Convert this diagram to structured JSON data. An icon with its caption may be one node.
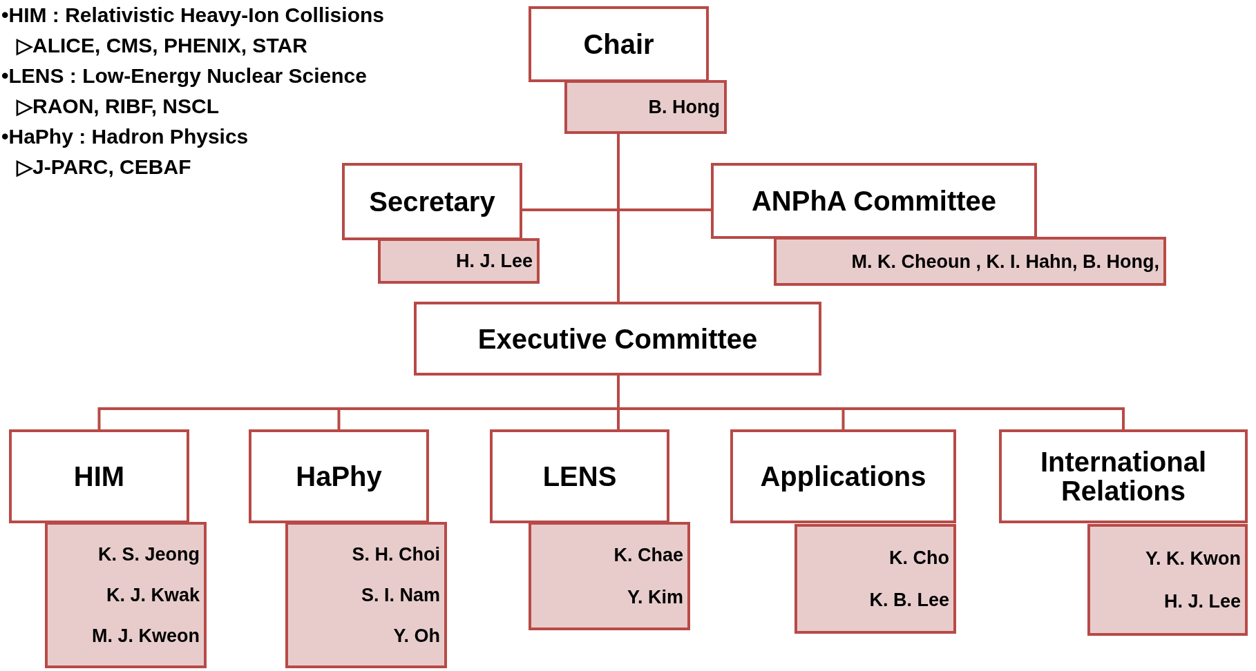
{
  "diagram": {
    "nodes": [
      {
        "text": [
          "Chair"
        ]
      },
      {
        "text": [
          "B. Hong"
        ]
      },
      {
        "text": [
          "Secretary"
        ]
      },
      {
        "text": [
          "H. J. Lee"
        ]
      },
      {
        "text": [
          "ANPhA Committee"
        ]
      },
      {
        "text": [
          "M. K. Cheoun , K. I. Hahn, B. Hong,"
        ]
      },
      {
        "text": [
          "Executive Committee"
        ]
      },
      {
        "text": [
          "HIM"
        ]
      },
      {
        "text": [
          "K. S. Jeong",
          "K. J. Kwak",
          "M. J. Kweon"
        ]
      },
      {
        "text": [
          "HaPhy"
        ]
      },
      {
        "text": [
          "S. H. Choi",
          "S. I. Nam",
          "Y. Oh"
        ]
      },
      {
        "text": [
          "LENS"
        ]
      },
      {
        "text": [
          "K. Chae",
          "Y. Kim"
        ]
      },
      {
        "text": [
          "Applications"
        ]
      },
      {
        "text": [
          "K. Cho",
          "K. B. Lee"
        ]
      },
      {
        "text": [
          "International Relations"
        ]
      },
      {
        "text": [
          "Y. K. Kwon",
          "H. J. Lee"
        ]
      }
    ],
    "edges": [
      {
        "from": 1,
        "to": 2,
        "arrow": "none"
      },
      {
        "from": 1,
        "to": 4,
        "arrow": "none"
      },
      {
        "from": 1,
        "to": 6,
        "arrow": "none"
      },
      {
        "from": 6,
        "to": 7,
        "arrow": "none"
      },
      {
        "from": 6,
        "to": 9,
        "arrow": "none"
      },
      {
        "from": 6,
        "to": 11,
        "arrow": "none"
      },
      {
        "from": 6,
        "to": 13,
        "arrow": "none"
      },
      {
        "from": 6,
        "to": 15,
        "arrow": "none"
      }
    ],
    "labels": [
      "•HIM : Relativistic Heavy-Ion Collisions",
      "▷ALICE, CMS, PHENIX, STAR",
      "•LENS : Low-Energy Nuclear Science",
      "▷RAON, RIBF, NSCL",
      "•HaPhy : Hadron Physics",
      "▷J-PARC, CEBAF"
    ]
  }
}
